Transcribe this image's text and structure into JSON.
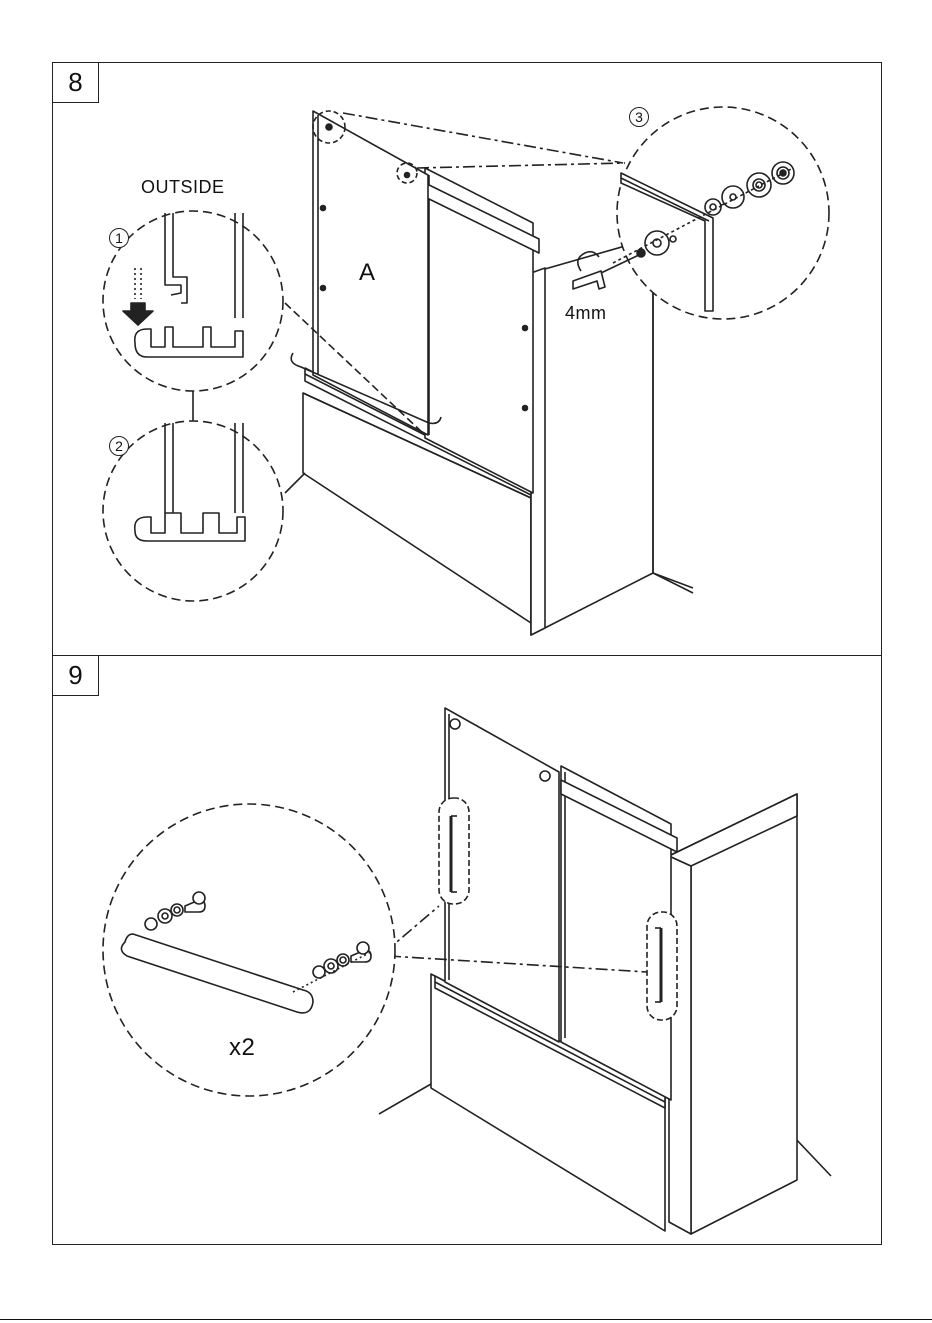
{
  "step8": {
    "number": "8",
    "outside_label": "OUTSIDE",
    "panel_label": "A",
    "callouts": [
      "1",
      "2",
      "3"
    ],
    "wrench_size": "4mm"
  },
  "step9": {
    "number": "9",
    "quantity": "x2"
  }
}
